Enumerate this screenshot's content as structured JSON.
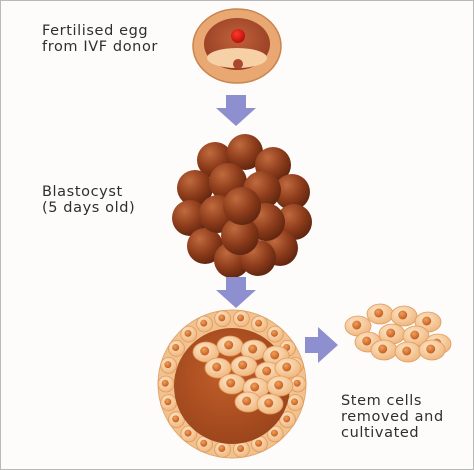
{
  "labels": {
    "egg": [
      "Fertilised egg",
      "from IVF donor"
    ],
    "blastocyst": [
      "Blastocyst",
      "(5 days old)"
    ],
    "stem": [
      "Stem cells",
      "removed and",
      "cultivated"
    ]
  },
  "colors": {
    "arrow": "#8d8fcf",
    "egg_outer": "#e8a56c",
    "egg_inner": "#a9482a",
    "nucleus": "#cc1212",
    "blastocyst_ball": "#8a3a1c",
    "cell_ring": "#f3c898",
    "cell_nucleus": "#d9762e",
    "text": "#2f2f2f"
  }
}
